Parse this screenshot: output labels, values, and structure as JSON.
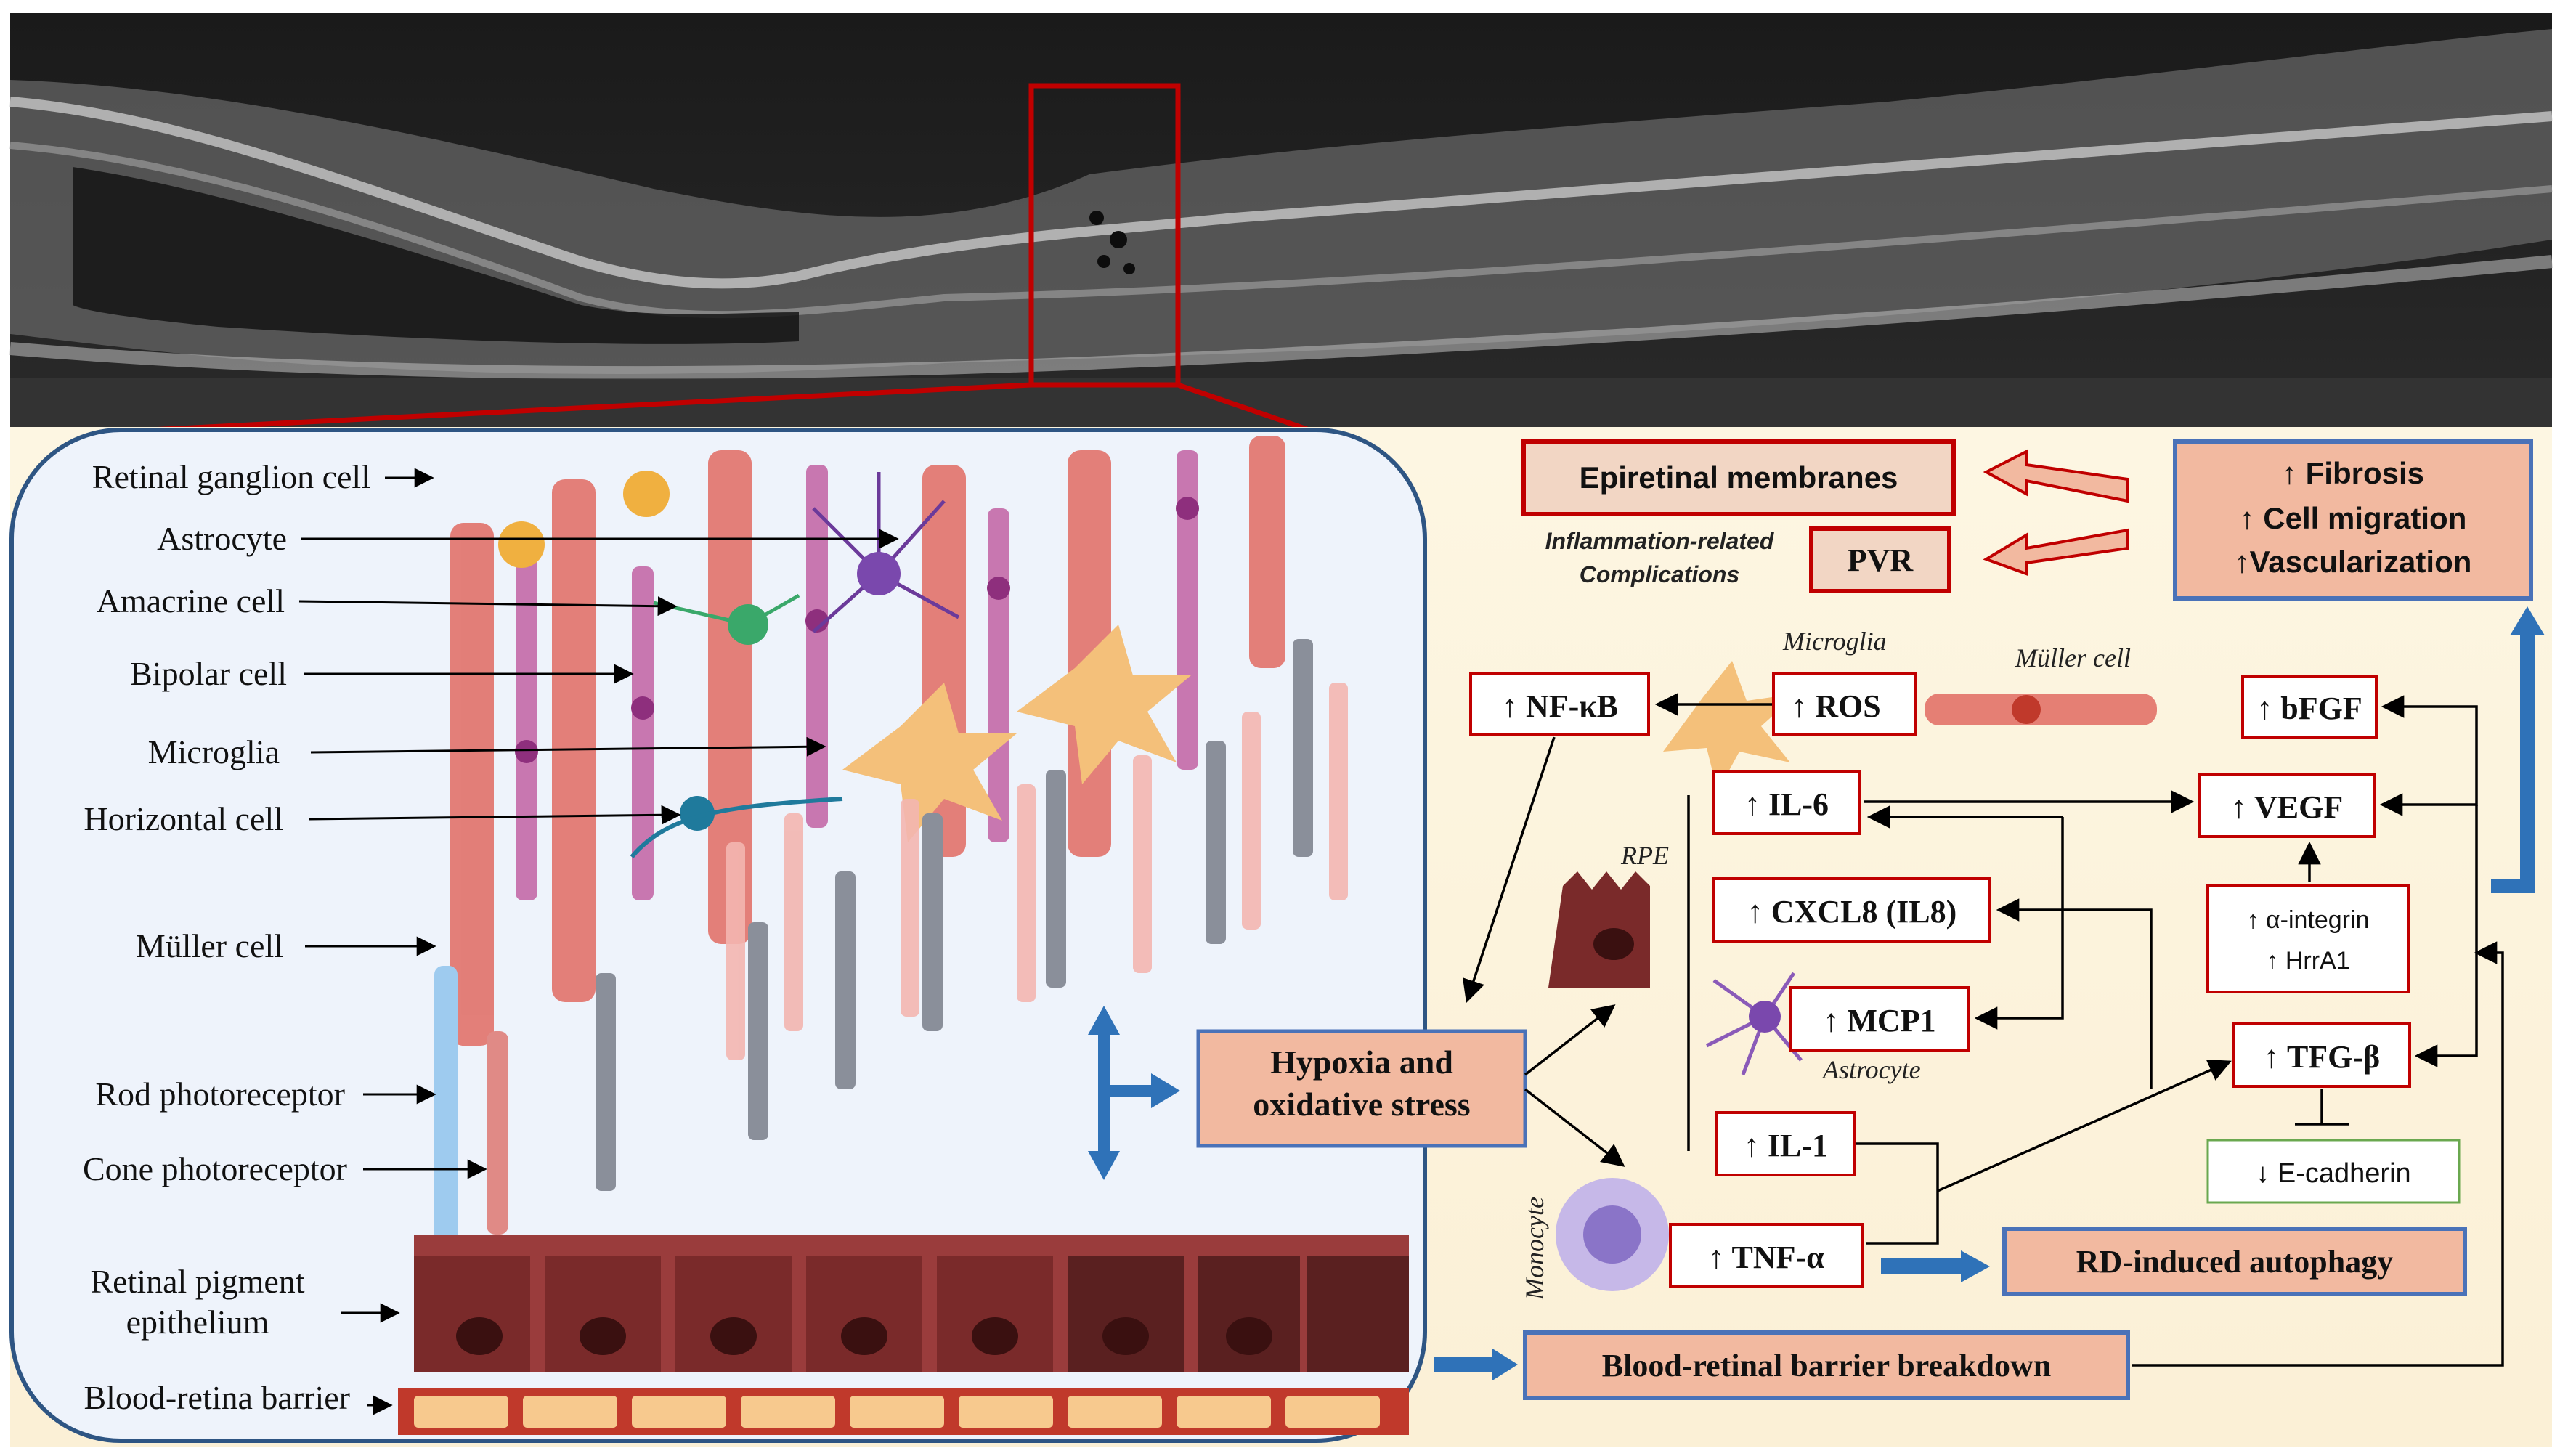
{
  "cell_labels": {
    "retinal_ganglion_cell": "Retinal ganglion cell",
    "astrocyte": "Astrocyte",
    "amacrine_cell": "Amacrine cell",
    "bipolar_cell": "Bipolar cell",
    "microglia": "Microglia",
    "horizontal_cell": "Horizontal cell",
    "muller_cell": "Müller cell",
    "rod_photoreceptor": "Rod photoreceptor",
    "cone_photoreceptor": "Cone photoreceptor",
    "rpe_line1": "Retinal pigment",
    "rpe_line2": "epithelium",
    "blood_retina_barrier": "Blood-retina barrier"
  },
  "pathway": {
    "hypoxia_line1": "Hypoxia and",
    "hypoxia_line2": "oxidative stress",
    "epiretinal": "Epiretinal  membranes",
    "pvr": "PVR",
    "complications_line1": "Inflammation-related",
    "complications_line2": "Complications",
    "fibrosis": "↑ Fibrosis",
    "cell_migration": "↑ Cell migration",
    "vascularization": "↑Vascularization",
    "microglia_label": "Microglia",
    "muller_label": "Müller cell",
    "nfkb": "↑ NF-κB",
    "ros": "↑ ROS",
    "bfgf": "↑ bFGF",
    "il6": "↑ IL-6",
    "vegf": "↑ VEGF",
    "rpe_label": "RPE",
    "cxcl8": "↑ CXCL8 (IL8)",
    "alpha_integrin": "↑ α-integrin",
    "hrra1": "↑ HrrA1",
    "mcp1": "↑ MCP1",
    "astrocyte_label": "Astrocyte",
    "tgfb": "↑ TFG-β",
    "il1": "↑ IL-1",
    "ecadherin": "↓ E-cadherin",
    "monocyte_label": "Monocyte",
    "tnfa": "↑ TNF-α",
    "rd_autophagy": "RD-induced autophagy",
    "brb_breakdown": "Blood-retinal barrier breakdown"
  },
  "colors": {
    "red_box": "#c00000",
    "salmon": "#f2b9a0",
    "blue_border": "#4a72b8",
    "blue_arrow": "#2f72b8",
    "panel_bg": "#fdf5e0",
    "left_panel_bg": "#eef3fb",
    "left_panel_border": "#2e5583"
  }
}
